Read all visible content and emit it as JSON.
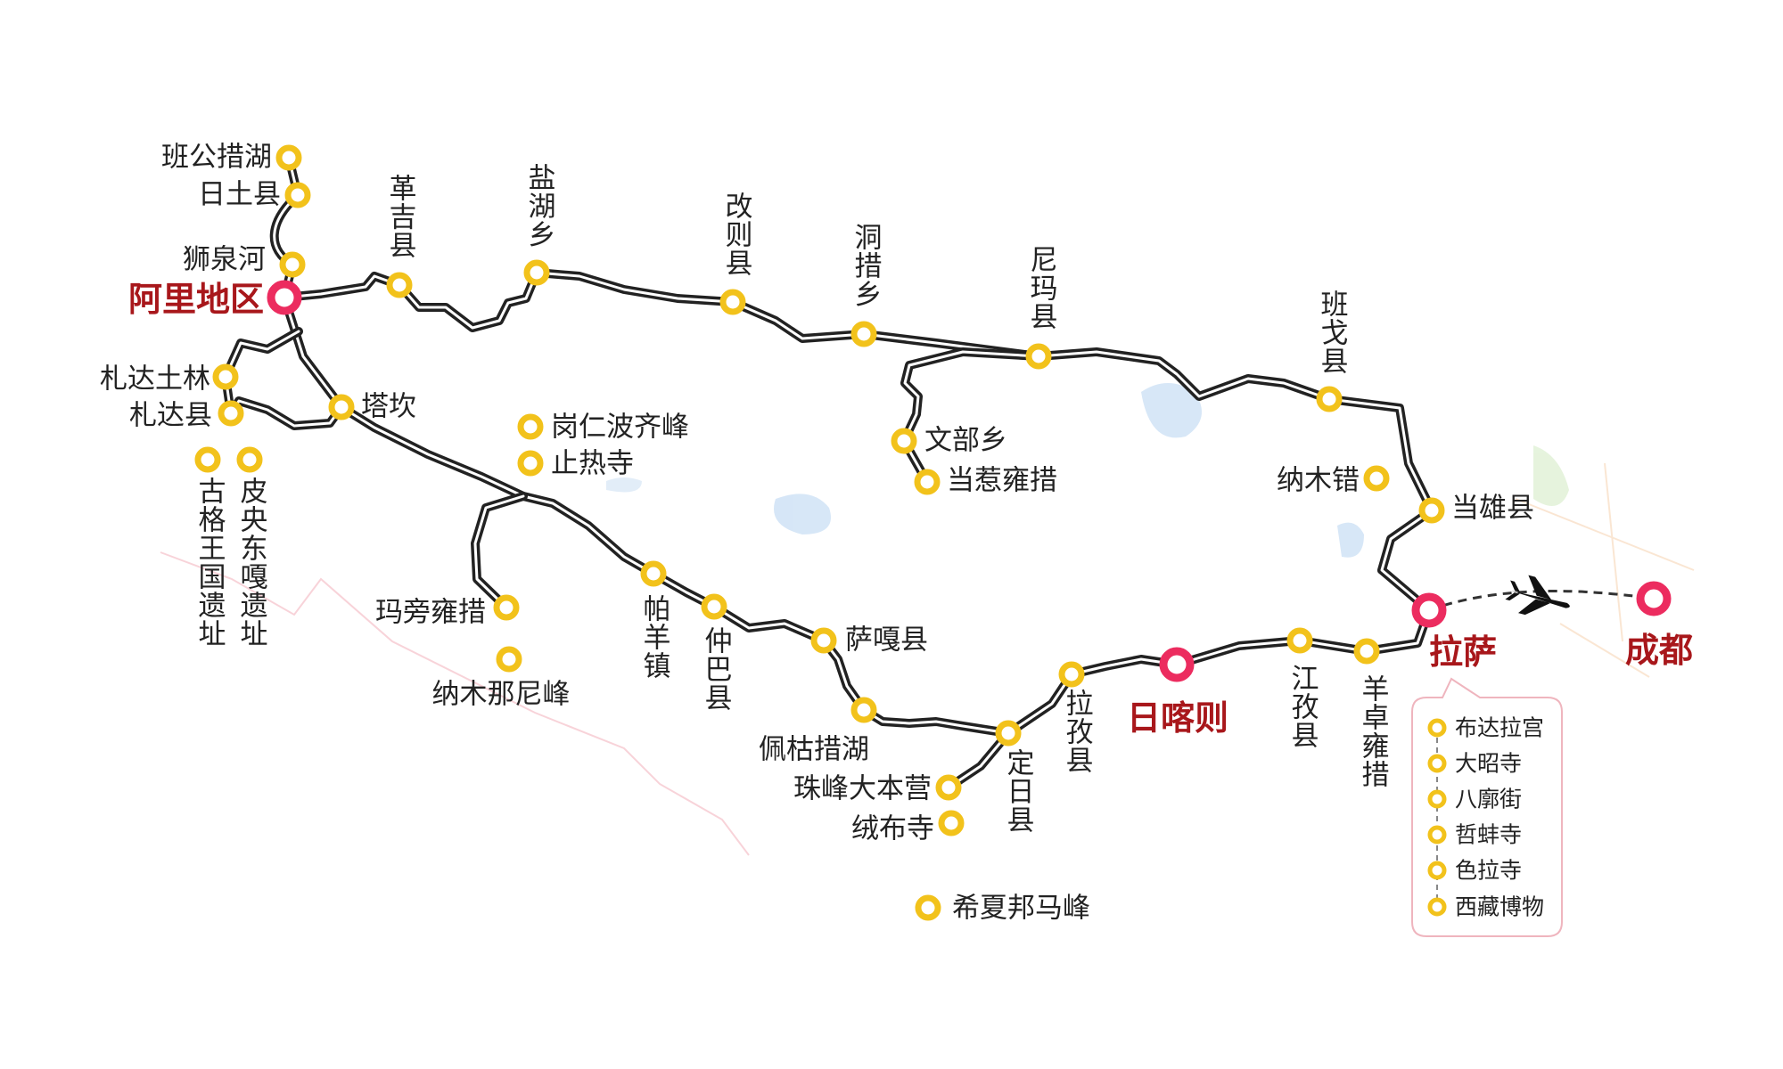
{
  "colors": {
    "route": "#222222",
    "station": "#f2c21b",
    "city": "#ec2c5f",
    "city_label": "#a8171b",
    "callout_border": "#efb5be"
  },
  "cities": {
    "ali": "阿里地区",
    "lhasa": "拉萨",
    "chengdu": "成都",
    "shigatse": "日喀则"
  },
  "stations": {
    "bangong": "班公措湖",
    "ritu": "日土县",
    "shiquanhe": "狮泉河",
    "geji": "革吉县",
    "yanhu": "盐湖乡",
    "gaize": "改则县",
    "dongcuo": "洞措乡",
    "nima": "尼玛县",
    "bange": "班戈县",
    "namtso": "纳木错",
    "damxung": "当雄县",
    "yamdrok": "羊卓雍措",
    "gyantse": "江孜县",
    "lhatse": "拉孜县",
    "tingri": "定日县",
    "ebc": "珠峰大本营",
    "rongbuk": "绒布寺",
    "shishapangma": "希夏邦马峰",
    "peiku": "佩枯措湖",
    "saga": "萨嘎县",
    "zhongba": "仲巴县",
    "payang": "帕羊镇",
    "manasarovar": "玛旁雍措",
    "naimona": "纳木那尼峰",
    "kailash": "岗仁波齐峰",
    "zhire": "止热寺",
    "wenbu": "文部乡",
    "dangra": "当惹雍措",
    "tagin": "塔坎",
    "zanda_forest": "札达土林",
    "zanda": "札达县",
    "guge": "古格王国遗址",
    "piyang": "皮央东嘎遗址"
  },
  "lhasa_attractions": [
    "布达拉宫",
    "大昭寺",
    "八廓街",
    "哲蚌寺",
    "色拉寺",
    "西藏博物"
  ],
  "icons": {
    "flight": "airplane-icon"
  }
}
